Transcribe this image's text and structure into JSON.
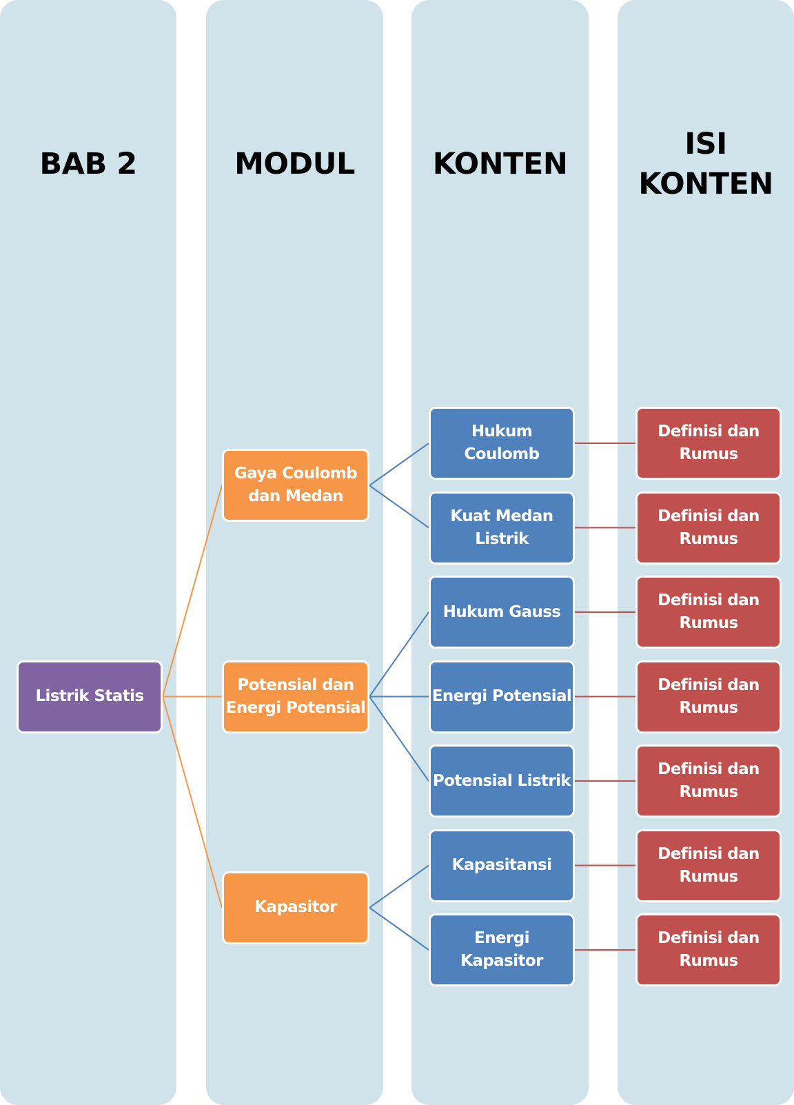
{
  "columns": [
    {
      "title": "BAB 2"
    },
    {
      "title": "MODUL"
    },
    {
      "title": "KONTEN"
    },
    {
      "title": "ISI\nKONTEN"
    }
  ],
  "colors": {
    "column_bg": "#d0e3ea",
    "root": "#8064a2",
    "modul": "#f79646",
    "konten": "#4f81bd",
    "isi": "#c0504d",
    "link_root": "#f79646",
    "link_modul": "#4f81bd",
    "link_konten": "#c0504d"
  },
  "root": {
    "label": "Listrik Statis"
  },
  "modules": [
    {
      "label": "Gaya Coulomb\ndan Medan",
      "contents": [
        {
          "label": "Hukum\nCoulomb",
          "detail": "Definisi dan\nRumus"
        },
        {
          "label": "Kuat Medan\nListrik",
          "detail": "Definisi dan\nRumus"
        }
      ]
    },
    {
      "label": "Potensial dan\nEnergi Potensial",
      "contents": [
        {
          "label": "Hukum Gauss",
          "detail": "Definisi dan\nRumus"
        },
        {
          "label": "Energi Potensial",
          "detail": "Definisi dan\nRumus"
        },
        {
          "label": "Potensial Listrik",
          "detail": "Definisi dan\nRumus"
        }
      ]
    },
    {
      "label": "Kapasitor",
      "contents": [
        {
          "label": "Kapasitansi",
          "detail": "Definisi dan\nRumus"
        },
        {
          "label": "Energi\nKapasitor",
          "detail": "Definisi dan\nRumus"
        }
      ]
    }
  ]
}
